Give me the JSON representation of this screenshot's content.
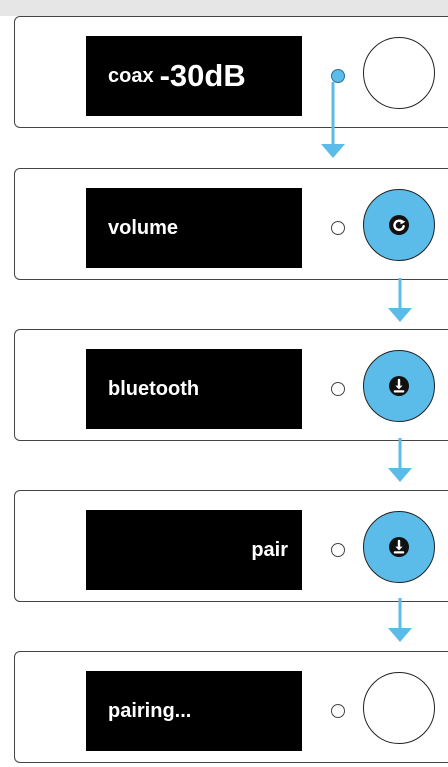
{
  "colors": {
    "accent": "#5bbbe9",
    "screen_bg": "#000000",
    "text": "#ffffff"
  },
  "steps": [
    {
      "label": "coax",
      "value": "-30dB",
      "led": "on",
      "knob": "off",
      "icon": ""
    },
    {
      "label": "volume",
      "led": "off",
      "knob": "on",
      "icon": "rotate-icon"
    },
    {
      "label": "bluetooth",
      "led": "off",
      "knob": "on",
      "icon": "press-icon"
    },
    {
      "label": "pair",
      "led": "off",
      "knob": "on",
      "icon": "press-icon"
    },
    {
      "label": "pairing...",
      "led": "off",
      "knob": "off",
      "icon": ""
    }
  ]
}
